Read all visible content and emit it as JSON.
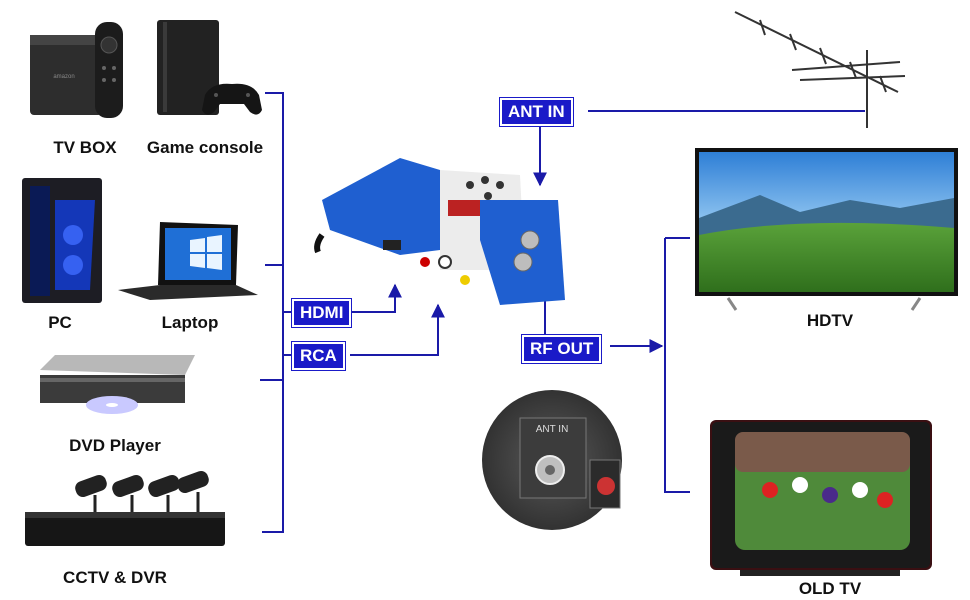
{
  "sources": {
    "tv_box": "TV BOX",
    "game_console": "Game console",
    "pc": "PC",
    "laptop": "Laptop",
    "dvd_player": "DVD Player",
    "cctv": "CCTV & DVR"
  },
  "ports": {
    "hdmi": "HDMI",
    "rca": "RCA",
    "ant_in": "ANT IN",
    "rf_out": "RF OUT"
  },
  "outputs": {
    "hdtv": "HDTV",
    "old_tv": "OLD TV"
  },
  "inset": {
    "ant_in_label": "ANT IN"
  },
  "brand": {
    "tv_box_logo": "amazon"
  },
  "colors": {
    "line": "#1a1aa8",
    "tag_bg": "#1a1ac8",
    "modulator_blue": "#1f5fd0"
  }
}
